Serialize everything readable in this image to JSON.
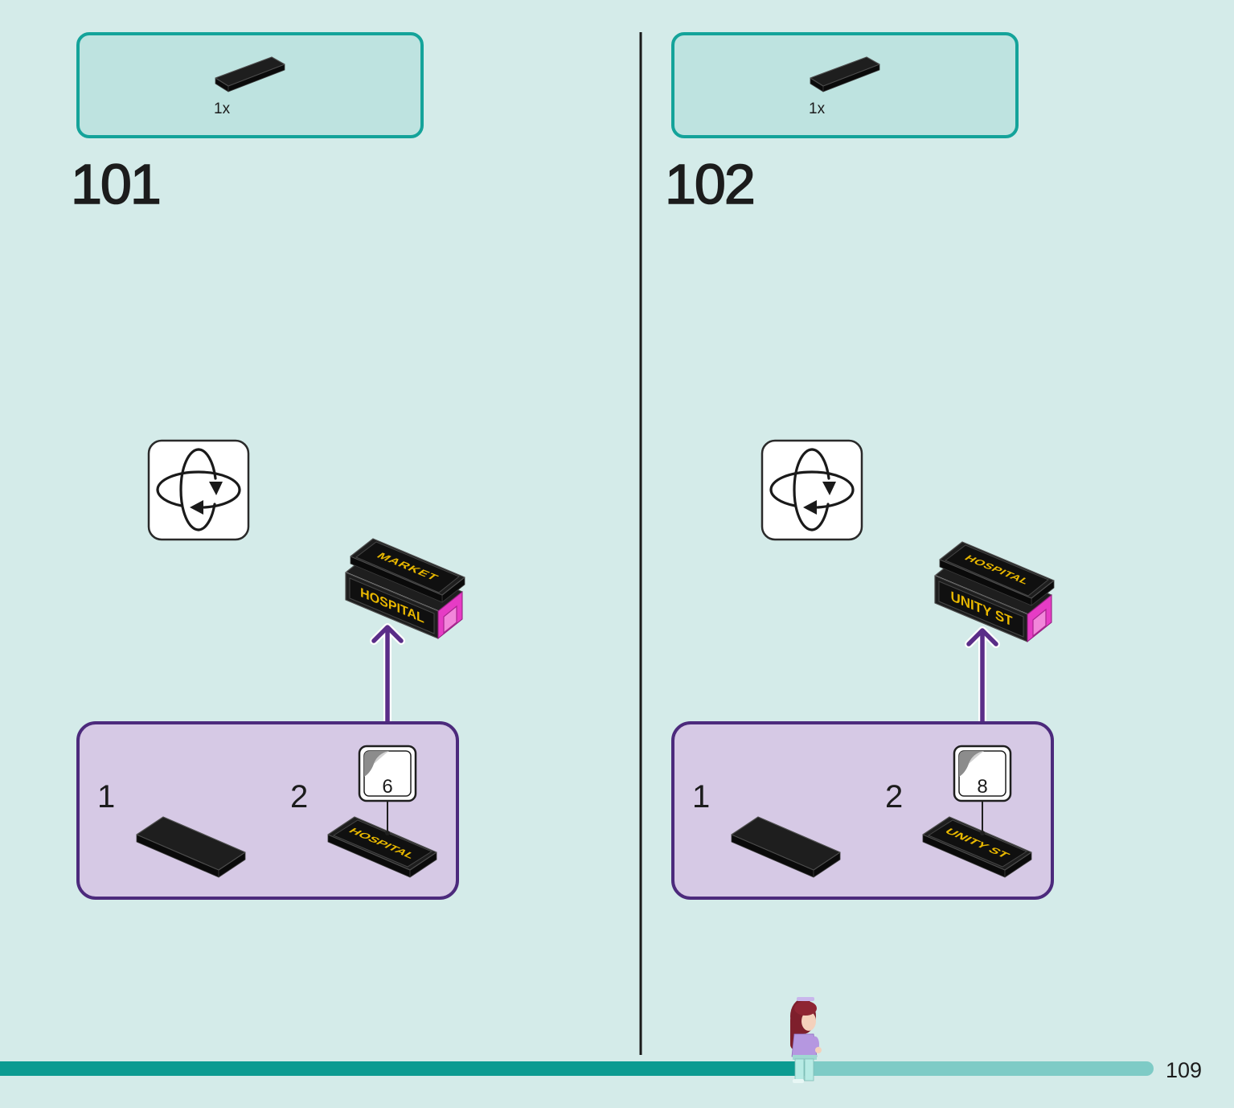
{
  "colors": {
    "background": "#d4ebe9",
    "parts_box_fill": "#bee3e0",
    "parts_box_border": "#14a39a",
    "subassembly_fill": "#d6c9e5",
    "subassembly_border": "#4c2a7c",
    "arrow": "#5a2d88",
    "progress_done": "#0c9b91",
    "progress_track": "#7ecbc6",
    "print_yellow": "#e9b800",
    "brick_pink": "#e63cc5"
  },
  "steps": [
    {
      "number": "101",
      "parts_list": [
        {
          "quantity": "1x",
          "icon": "black-tile-icon"
        }
      ],
      "rotate_icon": "rotate-model-icon",
      "model": {
        "top_print": "MARKET",
        "front_print": "HOSPITAL"
      },
      "subassembly": [
        {
          "number": "1",
          "icon": "black-tile-icon"
        },
        {
          "number": "2",
          "sticker_icon": "sticker-icon",
          "sticker_number": "6",
          "tile_print": "HOSPITAL"
        }
      ]
    },
    {
      "number": "102",
      "parts_list": [
        {
          "quantity": "1x",
          "icon": "black-tile-icon"
        }
      ],
      "rotate_icon": "rotate-model-icon",
      "model": {
        "top_print": "HOSPITAL",
        "front_print": "UNITY ST"
      },
      "subassembly": [
        {
          "number": "1",
          "icon": "black-tile-icon"
        },
        {
          "number": "2",
          "sticker_icon": "sticker-icon",
          "sticker_number": "8",
          "tile_print": "UNITY ST"
        }
      ]
    }
  ],
  "progress": {
    "fraction": 0.69,
    "icon": "minifigure-progress-marker-icon"
  },
  "page_number": "109"
}
